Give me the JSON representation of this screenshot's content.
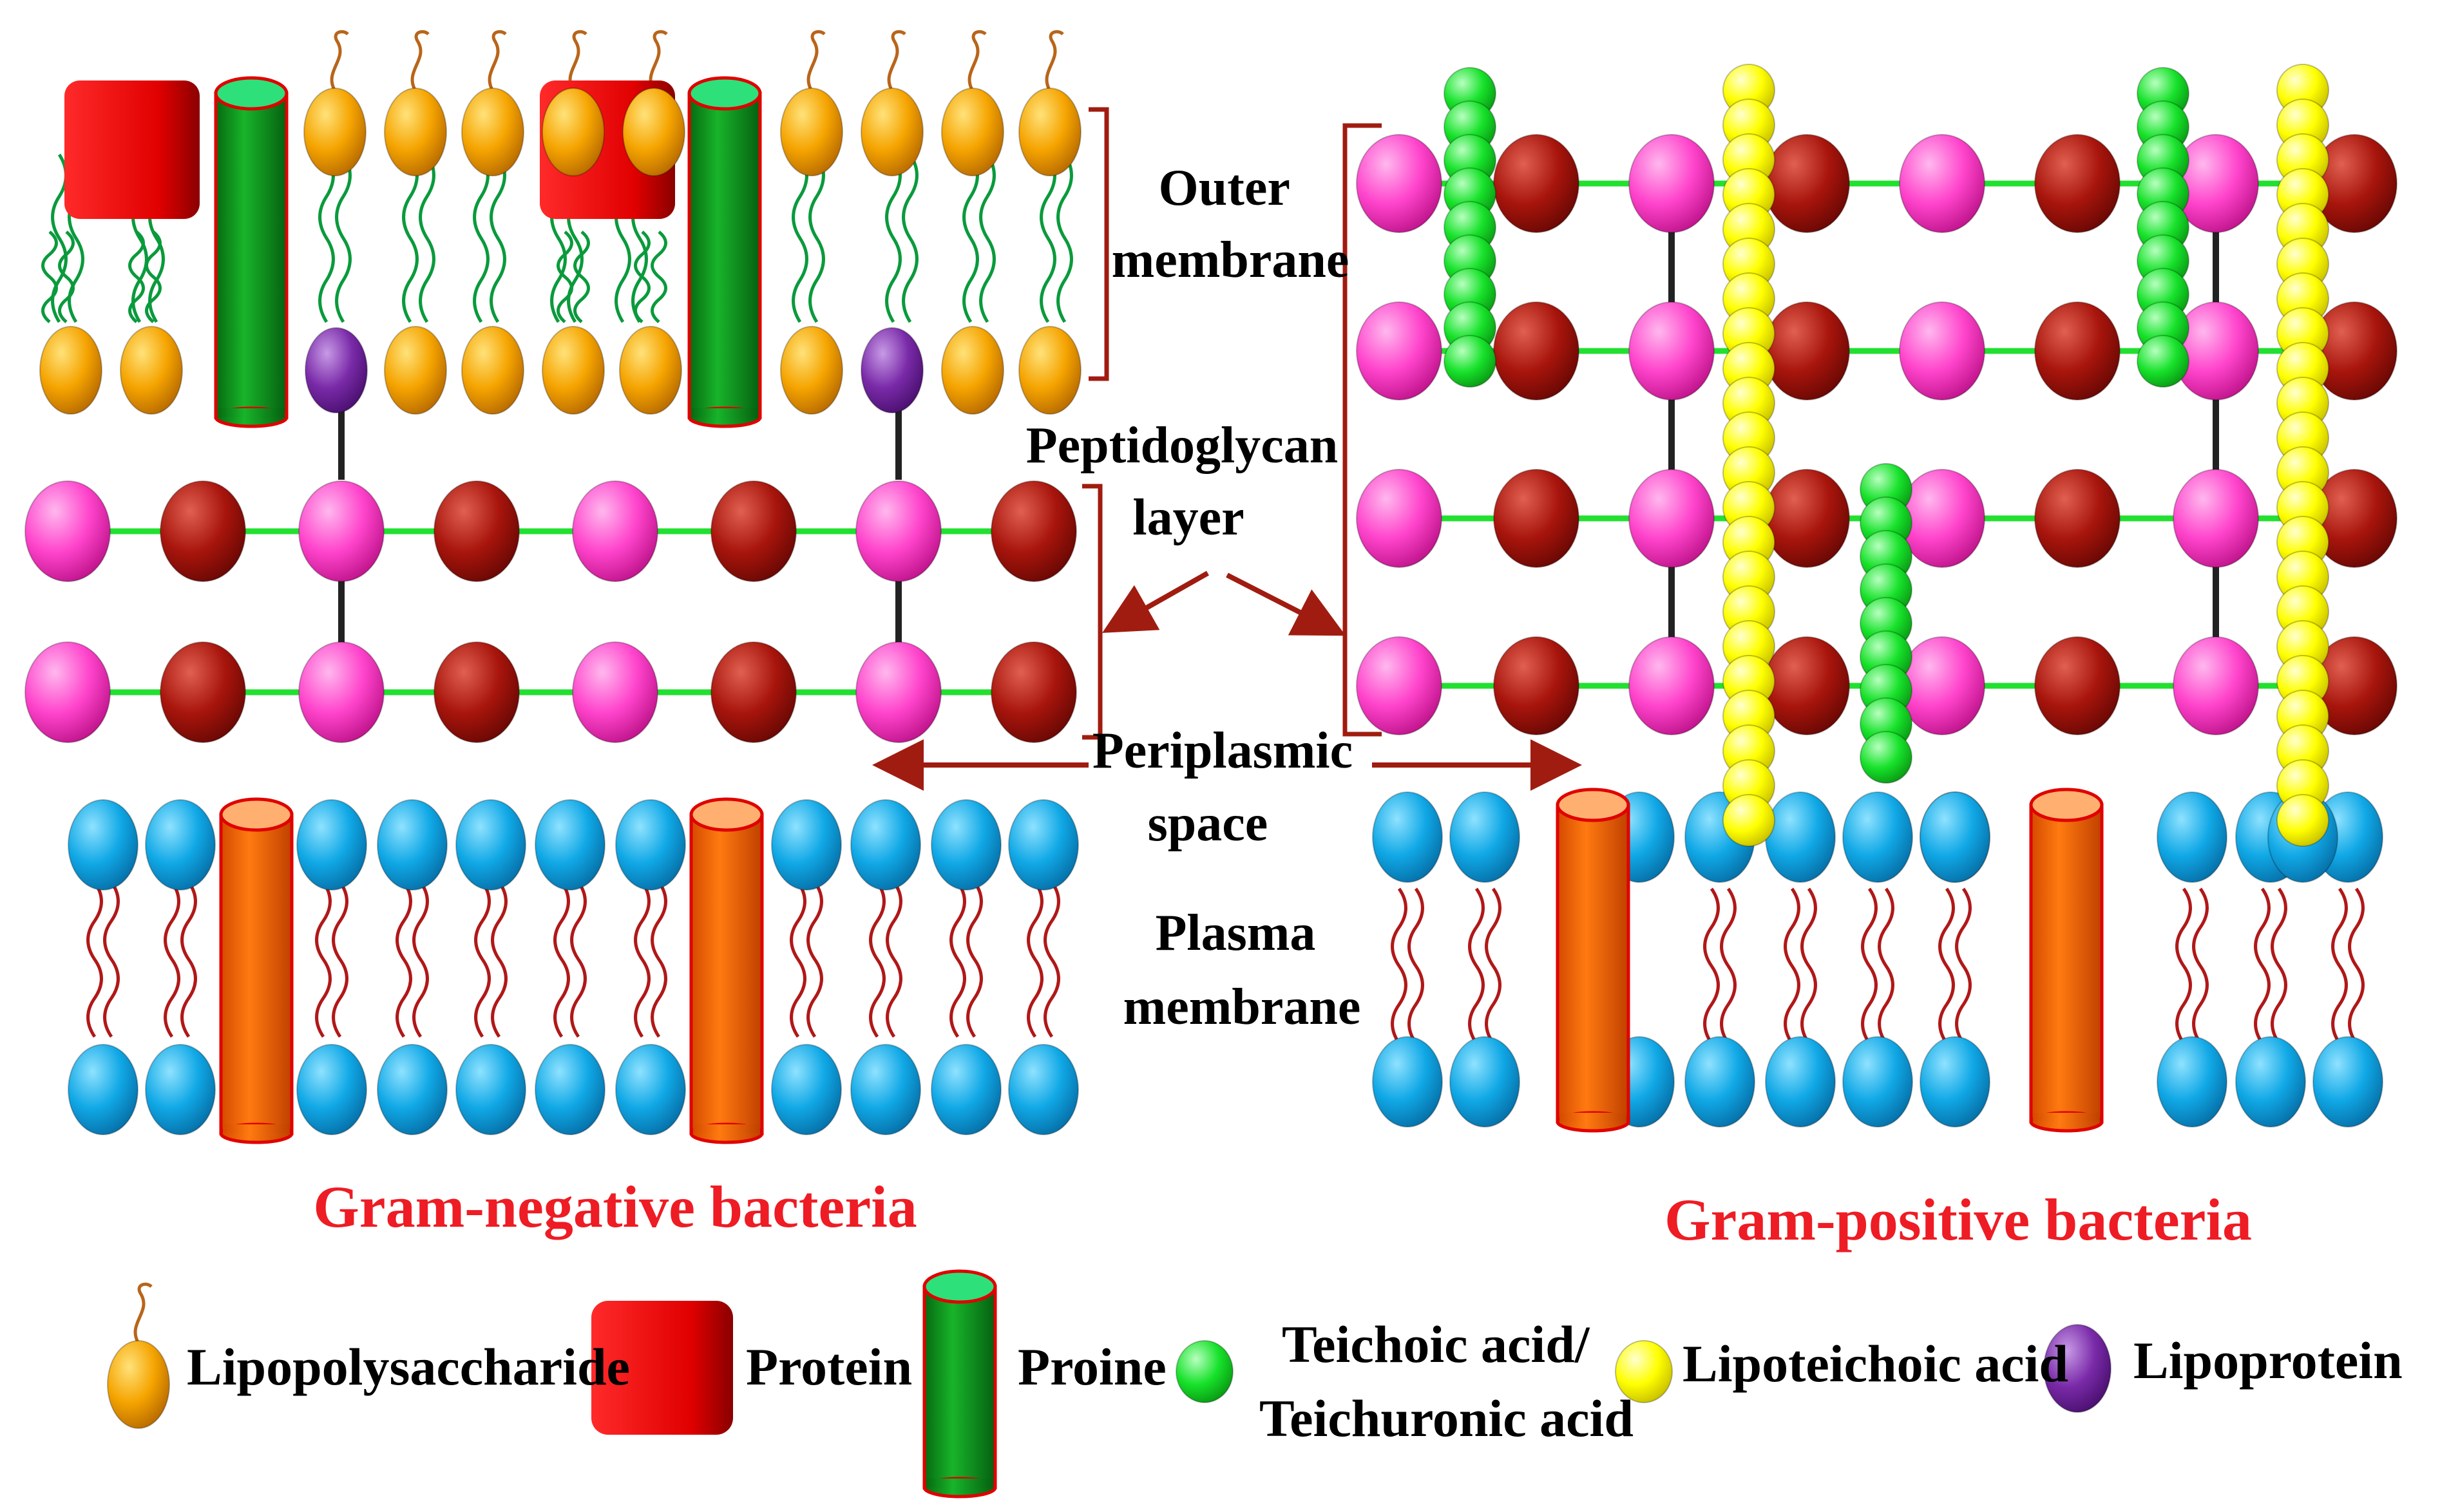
{
  "labels": {
    "outer_membrane": [
      "Outer",
      "membrane"
    ],
    "peptidoglycan": [
      "Peptidoglycan",
      "layer"
    ],
    "periplasmic": [
      "Periplasmic",
      "space"
    ],
    "plasma": [
      "Plasma",
      "membrane"
    ]
  },
  "titles": {
    "gram_negative": "Gram-negative bacteria",
    "gram_positive": "Gram-positive bacteria"
  },
  "legend": {
    "lipopolysaccharide": "Lipopolysaccharide",
    "protein": "Protein",
    "proine": "Proine",
    "teichoic": [
      "Teichoic acid/",
      "Teichuronic acid"
    ],
    "lipoteichoic": "Lipoteichoic acid",
    "lipoprotein": "Lipoprotein"
  },
  "colors": {
    "title_red": "#ee1c24",
    "lps_orange": "#f5a400",
    "protein_red": "#e00000",
    "porin_green": "#0a9a1a",
    "pink": "#ff44cc",
    "maroon": "#a8150c",
    "teichoic_green": "#17e22a",
    "lipoteichoic_yellow": "#ffff00",
    "lipoprotein_purple": "#7a2aa8",
    "lipid_blue": "#10a8e6",
    "channel_orange": "#ff6a00",
    "bracket": "#a01c10"
  }
}
